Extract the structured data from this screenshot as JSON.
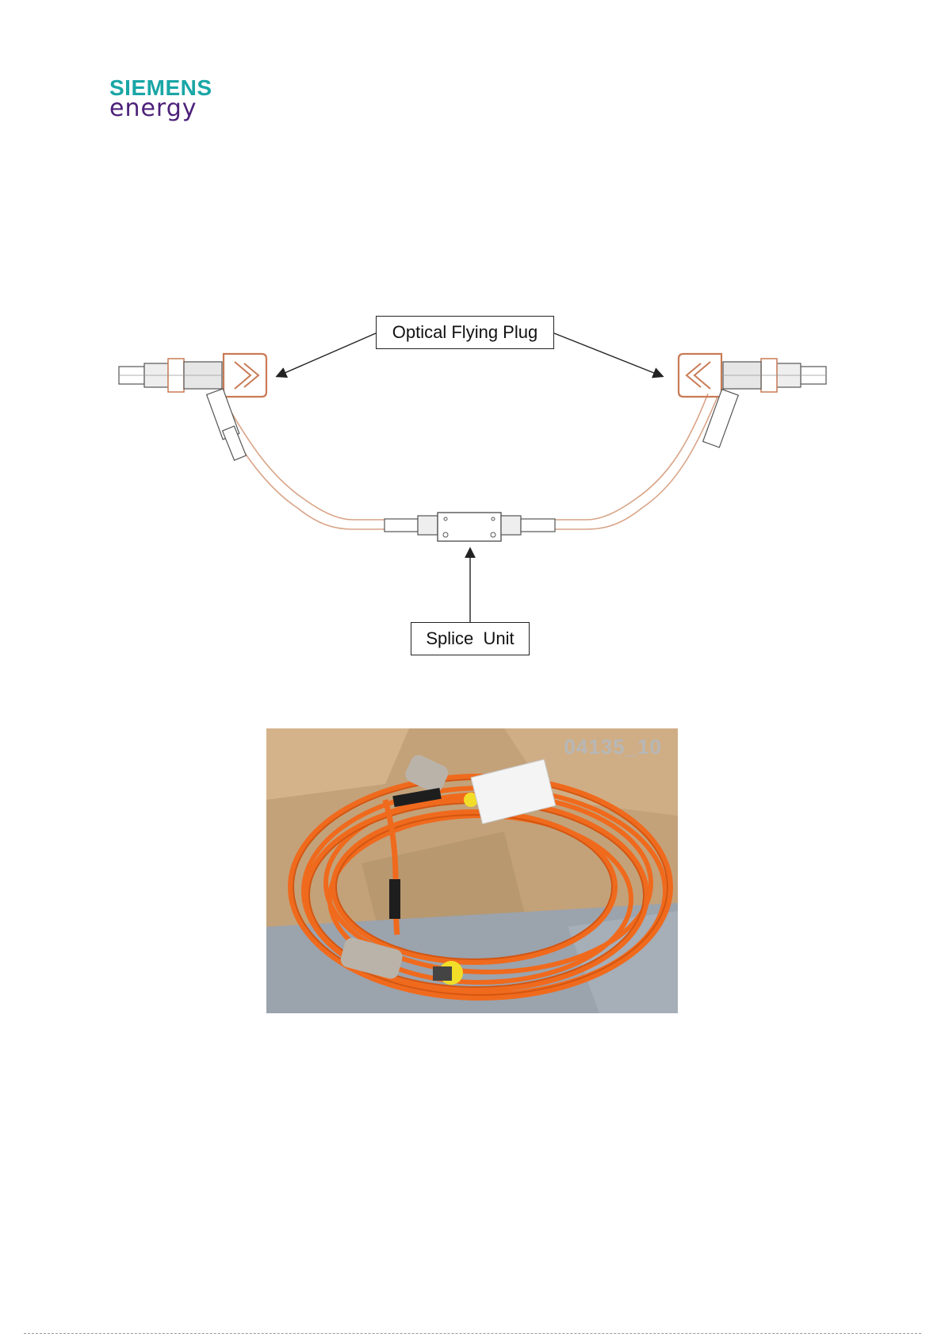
{
  "logo": {
    "line1": "SIEMENS",
    "line2": "energy"
  },
  "diagram": {
    "label_plug": "Optical Flying Plug",
    "label_splice": "Splice  Unit",
    "colors": {
      "cable": "#d9a487",
      "outline": "#555555",
      "arrow": "#222222"
    }
  },
  "photo": {
    "stamp": "04135_10",
    "colors": {
      "cable": "#f06a1d",
      "cardboard": "#c8a67c",
      "floor": "#9fa7b0",
      "yellow": "#f2de28"
    }
  }
}
